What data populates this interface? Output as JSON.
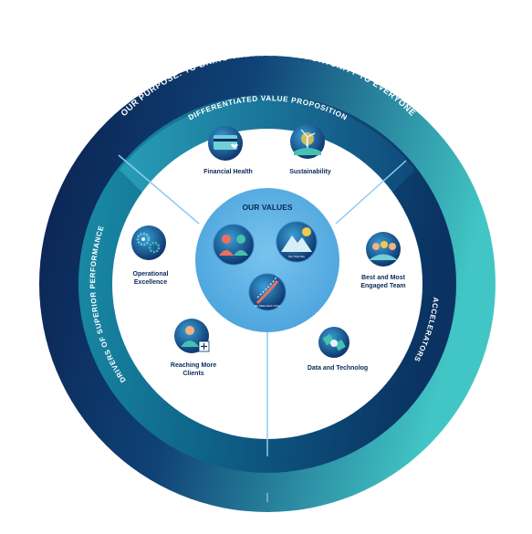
{
  "purpose_ring": {
    "text": "OUR PURPOSE: TO BRING THE AGE OF OPPORTUNITY TO EVERYONE"
  },
  "value_ring": {
    "text": "DIFFERENTIATED VALUE PROPOSITION"
  },
  "drivers_ring": {
    "text": "DRIVERS OF SUPERIOR PERFORMANCE"
  },
  "accelerators_ring": {
    "text": "ACCELERATORS"
  },
  "center": {
    "title": "OUR VALUES",
    "badges": [
      {
        "icon": "team-collaboration-icon",
        "caption": ""
      },
      {
        "icon": "mountain-peak-icon",
        "caption": "We Think Big"
      },
      {
        "icon": "dna-helix-icon",
        "caption": "We Make Each Other"
      }
    ]
  },
  "items": [
    {
      "line1": "Financial Health",
      "line2": "",
      "icon": "credit-card-heart-icon"
    },
    {
      "line1": "Sustainability",
      "line2": "",
      "icon": "wind-turbine-icon"
    },
    {
      "line1": "Best and Most",
      "line2": "Engaged Team",
      "icon": "team-group-icon"
    },
    {
      "line1": "Data and Technolog",
      "line2": "",
      "icon": "data-satellite-icon"
    },
    {
      "line1": "Reaching More",
      "line2": "Clients",
      "icon": "client-plus-icon"
    },
    {
      "line1": "Operational",
      "line2": "Excellence",
      "icon": "gears-icon"
    }
  ],
  "colors": {
    "outer_ring_start": "#0b2a5c",
    "outer_ring_end": "#3bc0c3",
    "inner_ring_start": "#0e3d6e",
    "inner_ring_end": "#47b6c9",
    "center_fill": "#5cb2e6",
    "text_navy": "#0b2a5a",
    "divider": "#8ccdf1"
  }
}
